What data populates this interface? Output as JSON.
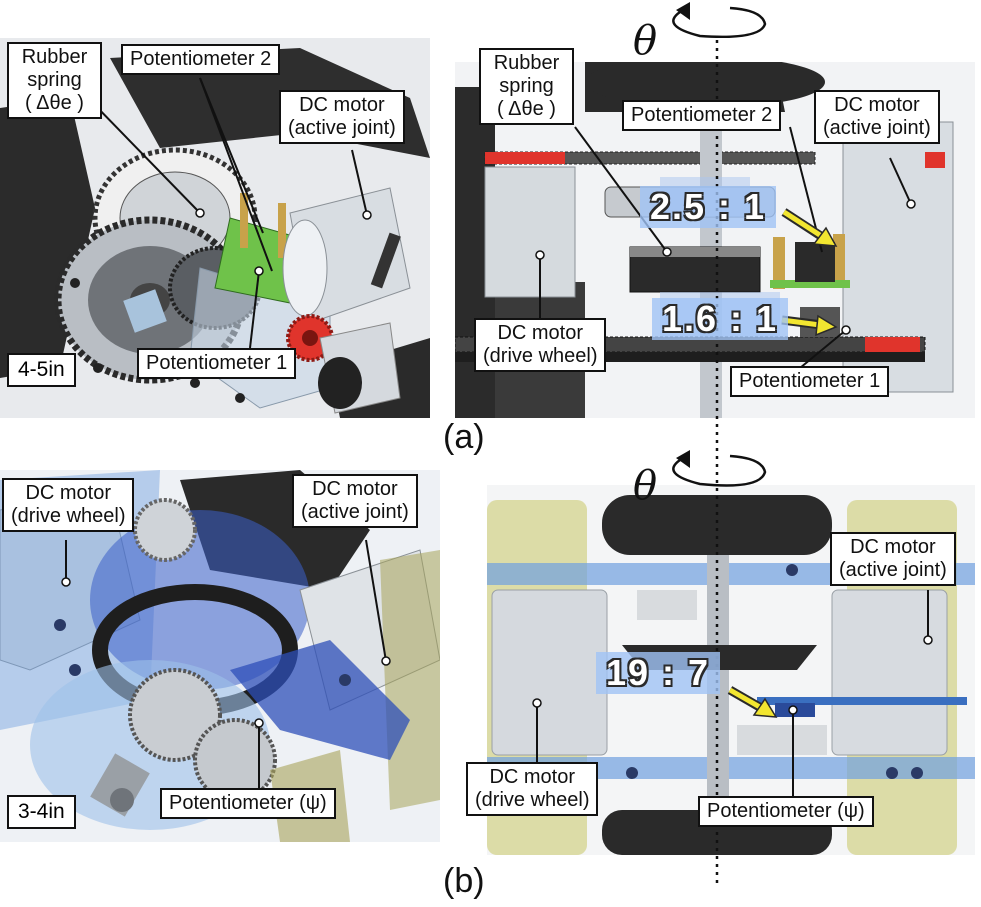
{
  "panel_a": {
    "caption": "(a)",
    "left_view": {
      "size_tag": "4-5in",
      "labels": {
        "rubber_spring": [
          "Rubber",
          "spring",
          "( Δθe )"
        ],
        "potentiometer_2": "Potentiometer 2",
        "dc_motor_active": [
          "DC motor",
          "(active joint)"
        ],
        "potentiometer_1": "Potentiometer 1"
      }
    },
    "right_view": {
      "theta": "θ",
      "labels": {
        "rubber_spring": [
          "Rubber",
          "spring",
          "( Δθe )"
        ],
        "potentiometer_2": "Potentiometer 2",
        "dc_motor_active": [
          "DC motor",
          "(active joint)"
        ],
        "dc_motor_drive": [
          "DC motor",
          "(drive wheel)"
        ],
        "potentiometer_1": "Potentiometer 1"
      },
      "gear_ratios": [
        "2.5 : 1",
        "1.6 : 1"
      ]
    }
  },
  "panel_b": {
    "caption": "(b)",
    "left_view": {
      "size_tag": "3-4in",
      "labels": {
        "dc_motor_drive": [
          "DC motor",
          "(drive wheel)"
        ],
        "dc_motor_active": [
          "DC motor",
          "(active joint)"
        ],
        "potentiometer_psi": "Potentiometer (ψ)"
      }
    },
    "right_view": {
      "theta": "θ",
      "labels": {
        "dc_motor_active": [
          "DC motor",
          "(active joint)"
        ],
        "dc_motor_drive": [
          "DC motor",
          "(drive wheel)"
        ],
        "potentiometer_psi": "Potentiometer (ψ)"
      },
      "gear_ratios": [
        "19 : 7"
      ]
    }
  },
  "colors": {
    "motor_body": "#d8dde2",
    "gear_dark": "#2a2a2a",
    "plate_dark": "#1c1c1c",
    "translucent_blue": "#6f9fe0",
    "yellow_arrow": "#f2e630",
    "green_pcb": "#6fc24a",
    "red_gear": "#e0342c",
    "brass": "#c8a24a"
  }
}
